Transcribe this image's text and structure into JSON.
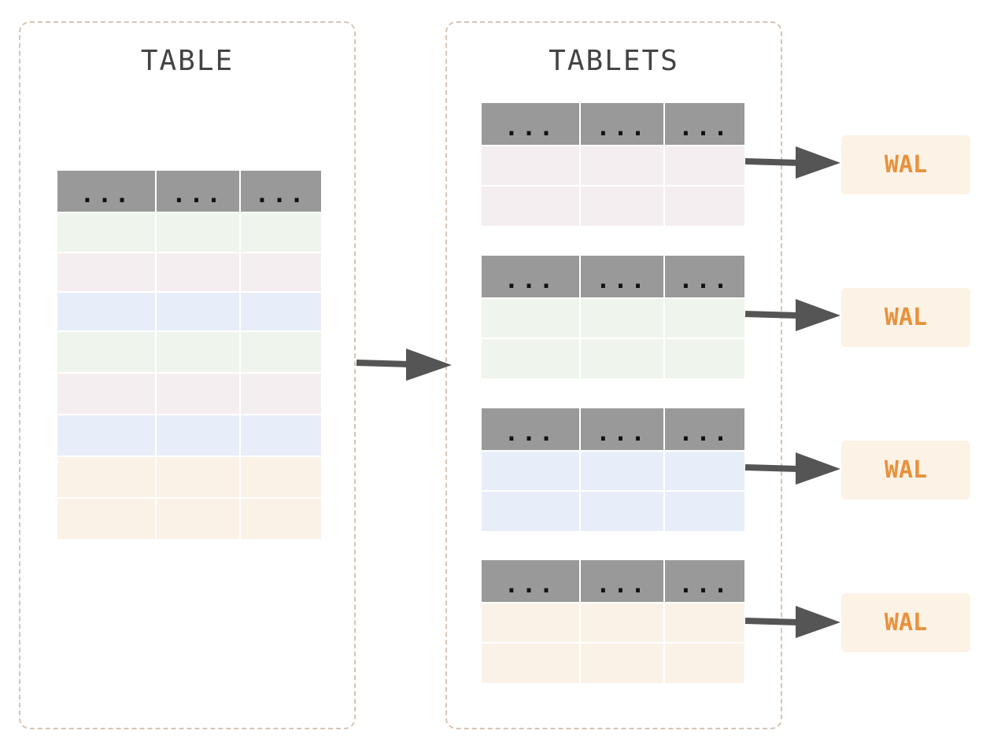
{
  "table_panel": {
    "title": "TABLE",
    "grid": {
      "header": [
        "...",
        "...",
        "..."
      ],
      "row_colors": [
        "#eff5ec",
        "#f4eef0",
        "#e8eef9",
        "#eff5ec",
        "#f4eef0",
        "#e8eef9",
        "#fbf2e7",
        "#fbf2e7"
      ]
    }
  },
  "tablets_panel": {
    "title": "TABLETS",
    "tablets": [
      {
        "header": [
          "...",
          "...",
          "..."
        ],
        "row_color": "#f4eef0",
        "wal": "WAL"
      },
      {
        "header": [
          "...",
          "...",
          "..."
        ],
        "row_color": "#eff5ec",
        "wal": "WAL"
      },
      {
        "header": [
          "...",
          "...",
          "..."
        ],
        "row_color": "#e8eef9",
        "wal": "WAL"
      },
      {
        "header": [
          "...",
          "...",
          "..."
        ],
        "row_color": "#fbf2e7",
        "wal": "WAL"
      }
    ]
  },
  "colors": {
    "panel_border": "#d8c4b4",
    "header_fill": "#999999",
    "arrow": "#555555",
    "wal_text": "#e8913c",
    "wal_fill": "#fcf2e6"
  }
}
